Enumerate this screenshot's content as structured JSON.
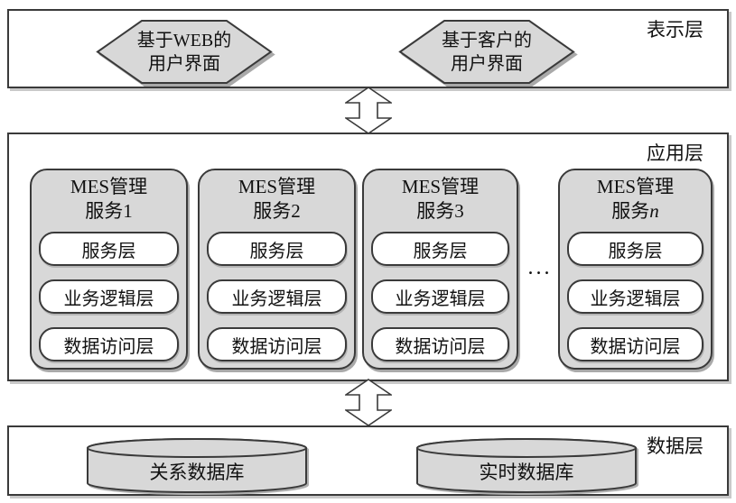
{
  "colors": {
    "shape_fill": "#d8d8d8",
    "inner_fill": "#ffffff",
    "border": "#3a3a3a",
    "background": "#ffffff"
  },
  "presentation_layer": {
    "label": "表示层",
    "hexagons": [
      {
        "line1": "基于WEB的",
        "line2": "用户界面"
      },
      {
        "line1": "基于客户的",
        "line2": "用户界面"
      }
    ]
  },
  "application_layer": {
    "label": "应用层",
    "ellipsis": "...",
    "services": [
      {
        "title_line1": "MES管理",
        "title_line2": "服务1",
        "sublayers": [
          "服务层",
          "业务逻辑层",
          "数据访问层"
        ]
      },
      {
        "title_line1": "MES管理",
        "title_line2": "服务2",
        "sublayers": [
          "服务层",
          "业务逻辑层",
          "数据访问层"
        ]
      },
      {
        "title_line1": "MES管理",
        "title_line2": "服务3",
        "sublayers": [
          "服务层",
          "业务逻辑层",
          "数据访问层"
        ]
      },
      {
        "title_line1": "MES管理",
        "title_line2_prefix": "服务",
        "title_line2_suffix": "n",
        "sublayers": [
          "服务层",
          "业务逻辑层",
          "数据访问层"
        ]
      }
    ]
  },
  "data_layer": {
    "label": "数据层",
    "databases": [
      {
        "name": "关系数据库"
      },
      {
        "name": "实时数据库"
      }
    ]
  }
}
